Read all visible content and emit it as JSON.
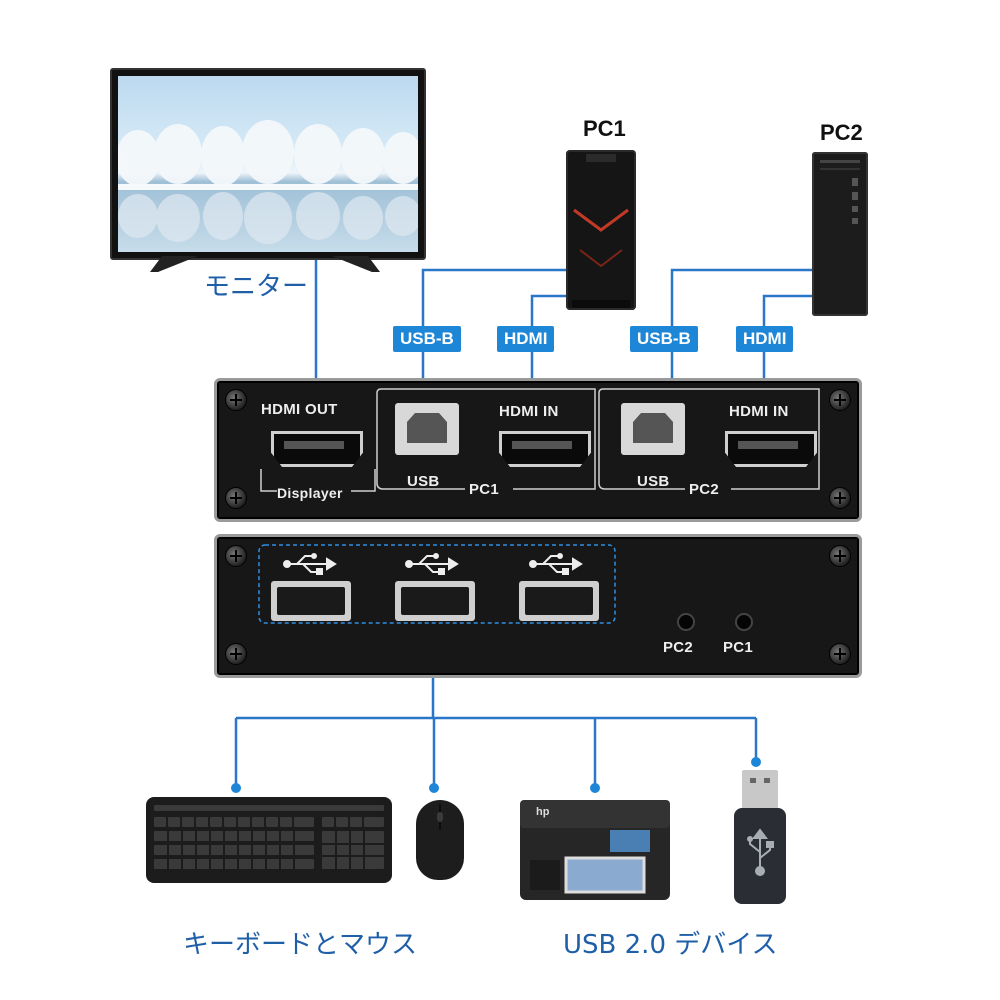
{
  "labels": {
    "monitor": "モニター",
    "pc1": "PC1",
    "pc2": "PC2",
    "keyboard_mouse": "キーボードとマウス",
    "usb_devices": "USB 2.0 デバイス"
  },
  "cable_tags": {
    "pc1_usb": "USB-B",
    "pc1_hdmi": "HDMI",
    "pc2_usb": "USB-B",
    "pc2_hdmi": "HDMI"
  },
  "back_panel": {
    "hdmi_out": "HDMI OUT",
    "displayer": "Displayer",
    "usb1": "USB",
    "hdmi_in1": "HDMI IN",
    "group1": "PC1",
    "usb2": "USB",
    "hdmi_in2": "HDMI IN",
    "group2": "PC2"
  },
  "front_panel": {
    "led_pc2": "PC2",
    "led_pc1": "PC1"
  },
  "printer_brand": "hp",
  "colors": {
    "accent_blue": "#1e86d6",
    "line_blue": "#2a77c9",
    "caption_blue": "#1f5fa8",
    "panel_black": "#171717"
  }
}
